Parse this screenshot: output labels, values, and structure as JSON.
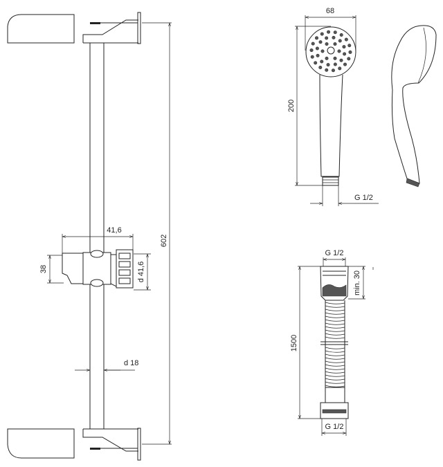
{
  "title": "Shower rail set technical drawing",
  "rail": {
    "height_label": "602",
    "slider_width_label": "41,6",
    "slider_height_label": "38",
    "knob_diameter_label": "d 41,6",
    "rod_diameter_label": "d 18"
  },
  "hand_shower": {
    "width_label": "68",
    "height_label": "200",
    "thread_label": "G 1/2"
  },
  "hose": {
    "top_thread_label": "G 1/2",
    "nut_length_label": "min. 30",
    "length_label": "1500",
    "bottom_thread_label": "G 1/2"
  },
  "colors": {
    "line": "#222222",
    "background": "#ffffff"
  }
}
